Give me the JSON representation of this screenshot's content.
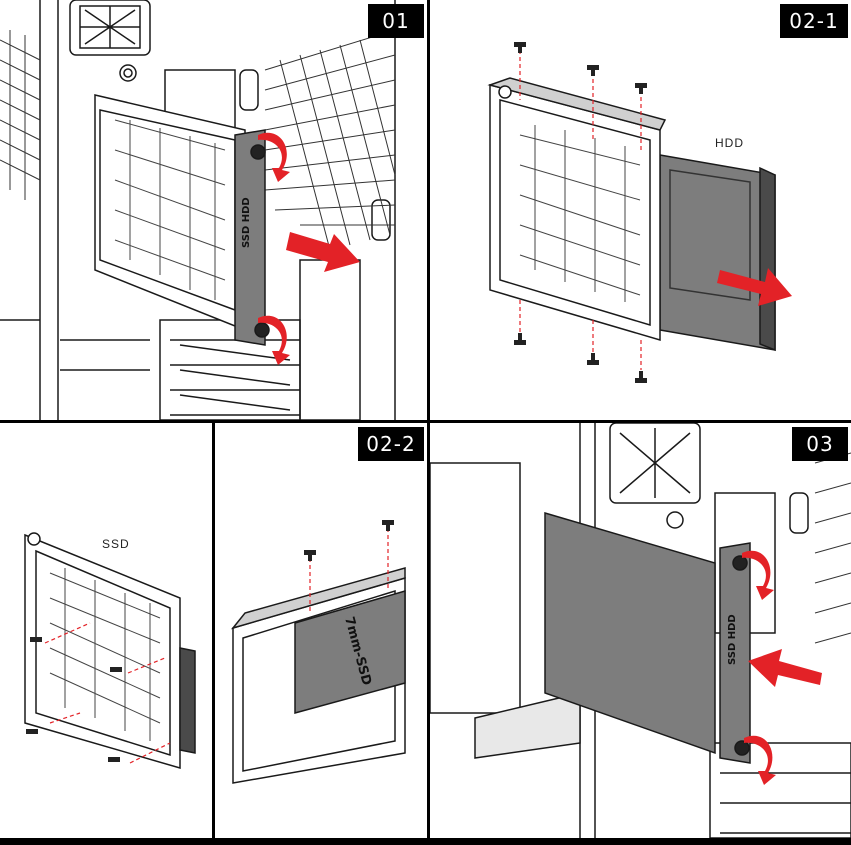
{
  "steps": {
    "step1": "01",
    "step2_1": "02-1",
    "step2_2": "02-2",
    "step3": "03"
  },
  "labels": {
    "hdd_caption": "HDD",
    "ssd_caption": "SSD",
    "bracket_mark_1": "SSD HDD",
    "bracket_mark_3": "SSD HDD",
    "drive_text": "7mm-SSD"
  },
  "colors": {
    "arrow": "#e32227",
    "panel_gray": "#7d7d7d",
    "line": "#1a1a1a"
  }
}
